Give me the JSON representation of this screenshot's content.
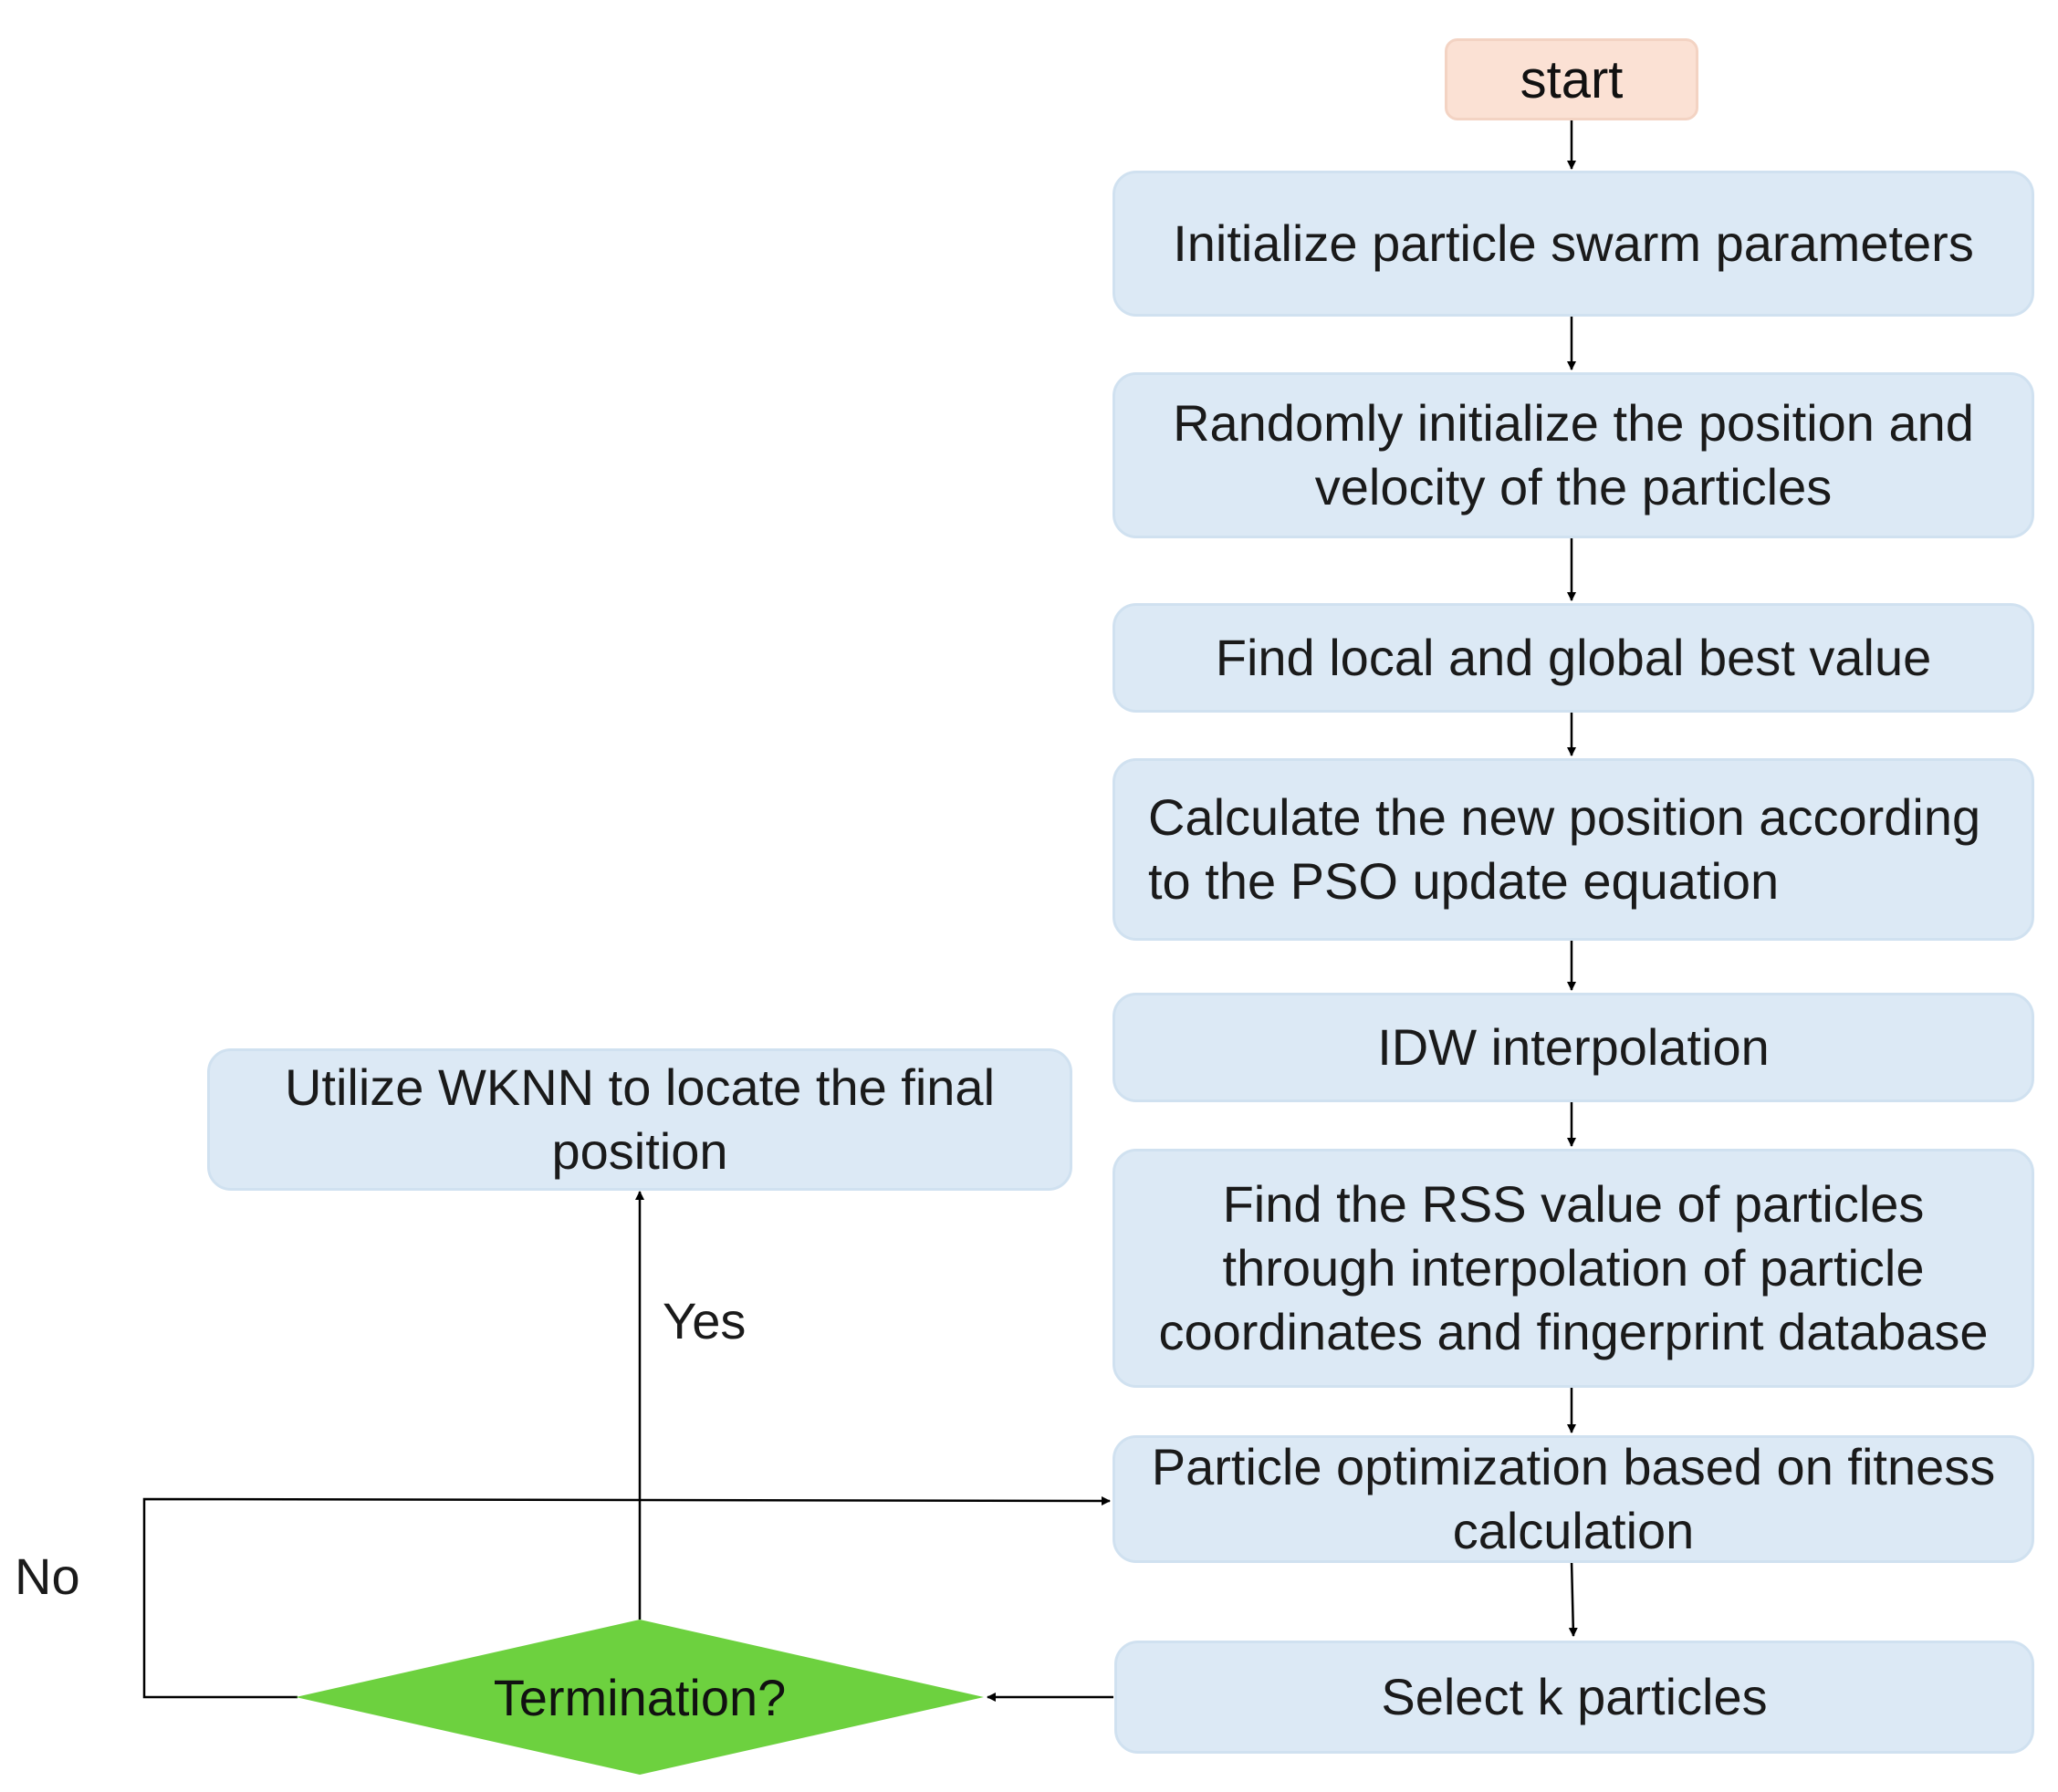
{
  "flow": {
    "start": "start",
    "steps": [
      "Initialize particle swarm parameters",
      "Randomly initialize the position and velocity of the particles",
      "Find local and global best value",
      "Calculate the new position according to the PSO update equation",
      "IDW interpolation",
      "Find the RSS value of particles through interpolation of particle coordinates and fingerprint database",
      "Particle optimization based on fitness calculation",
      "Select k particles"
    ],
    "decision": "Termination?",
    "final_step": "Utilize WKNN to locate the final position",
    "yes_label": "Yes",
    "no_label": "No"
  },
  "colors": {
    "step_fill": "#dce9f5",
    "start_fill": "#fbe1d4",
    "decision_fill": "#6dd13f",
    "line": "#000000"
  }
}
